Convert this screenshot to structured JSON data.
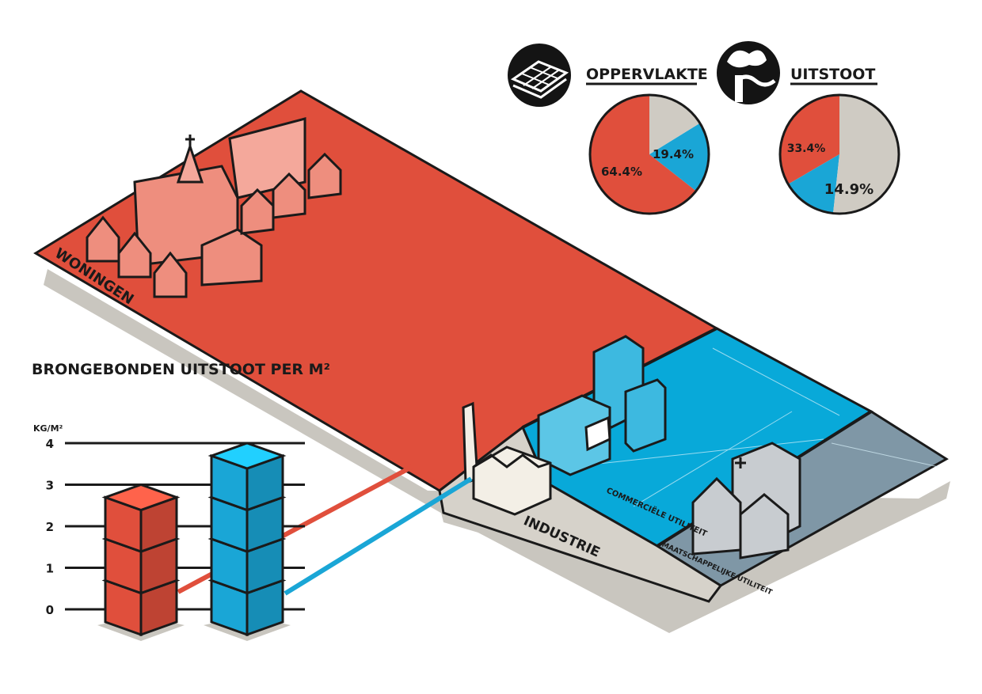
{
  "map": {
    "zones": [
      {
        "label": "WONINGEN"
      },
      {
        "label": "INDUSTRIE"
      },
      {
        "label": "COMMERCIËLE UTILITEIT"
      },
      {
        "label": "MAATSCHAPPELIJKE UTILITEIT"
      }
    ]
  },
  "legend": {
    "oppervlakte_label": "OPPERVLAKTE",
    "uitstoot_label": "UITSTOOT"
  },
  "chart_data": [
    {
      "type": "bar",
      "title": "BRONGEBONDEN UITSTOOT PER M²",
      "ylabel": "KG/M²",
      "yticks": [
        "0",
        "1",
        "2",
        "3",
        "4"
      ],
      "ylim": [
        0,
        4
      ],
      "series": [
        {
          "values": [
            3
          ],
          "color": "#e04f3c"
        },
        {
          "values": [
            4
          ],
          "color": "#1aa6d6"
        }
      ]
    },
    {
      "type": "pie",
      "title": "OPPERVLAKTE",
      "slices": [
        {
          "value": 64.4,
          "label": "64.4%",
          "color": "#e04f3c"
        },
        {
          "value": 19.4,
          "label": "19.4%",
          "color": "#1aa6d6"
        },
        {
          "value": 16.2,
          "label": "",
          "color": "#cfcbc3"
        }
      ]
    },
    {
      "type": "pie",
      "title": "UITSTOOT",
      "slices": [
        {
          "value": 33.4,
          "label": "33.4%",
          "color": "#e04f3c"
        },
        {
          "value": 14.9,
          "label": "14.9%",
          "color": "#1aa6d6"
        },
        {
          "value": 51.7,
          "label": "",
          "color": "#cfcbc3"
        }
      ]
    }
  ]
}
